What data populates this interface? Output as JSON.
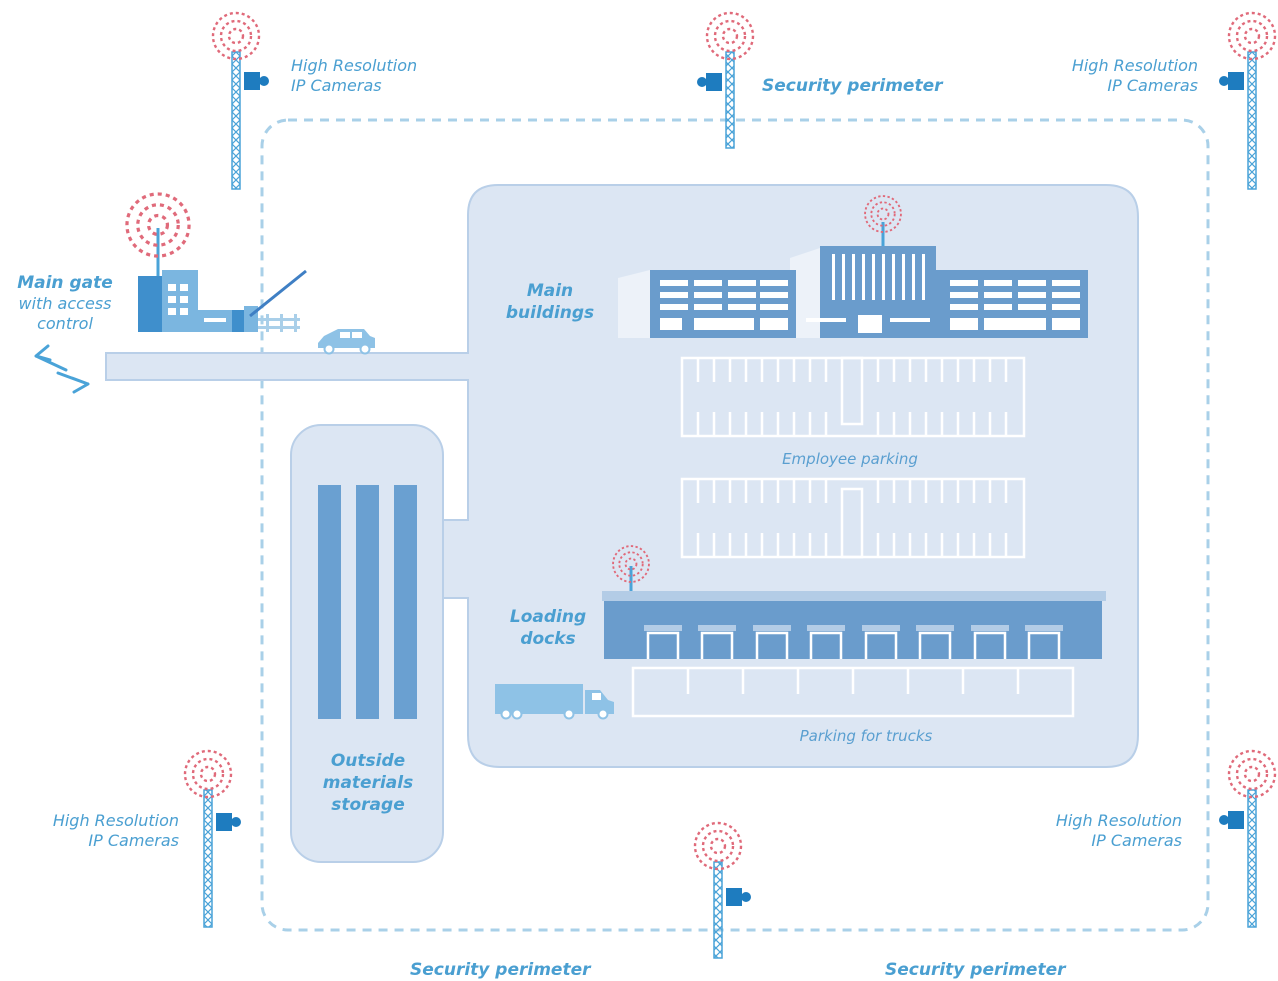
{
  "labels": {
    "main_gate_title": "Main gate",
    "main_gate_line2": "with access",
    "main_gate_line3": "control",
    "main_buildings_line1": "Main",
    "main_buildings_line2": "buildings",
    "loading_docks_line1": "Loading",
    "loading_docks_line2": "docks",
    "storage_line1": "Outside",
    "storage_line2": "materials",
    "storage_line3": "storage",
    "employee_parking": "Employee  parking",
    "truck_parking": "Parking for trucks",
    "perimeter_top": "Security perimeter",
    "perimeter_bottom_left": "Security perimeter",
    "perimeter_bottom_right": "Security perimeter",
    "cam_tl_line1": "High Resolution",
    "cam_tl_line2": "IP Cameras",
    "cam_tr_line1": "High Resolution",
    "cam_tr_line2": "IP Cameras",
    "cam_bl_line1": "High Resolution",
    "cam_bl_line2": "IP Cameras",
    "cam_br_line1": "High Resolution",
    "cam_br_line2": "IP Cameras"
  },
  "colors": {
    "site_fill": "#dce6f3",
    "site_stroke": "#b9cfe8",
    "perimeter": "#a9d0e8",
    "building": "#6a9ccc",
    "building_light": "#b3cce6",
    "camera": "#1e7cbf",
    "tower": "#4aa3d8",
    "signal": "#e06a7a",
    "label": "#4a9fd1"
  }
}
